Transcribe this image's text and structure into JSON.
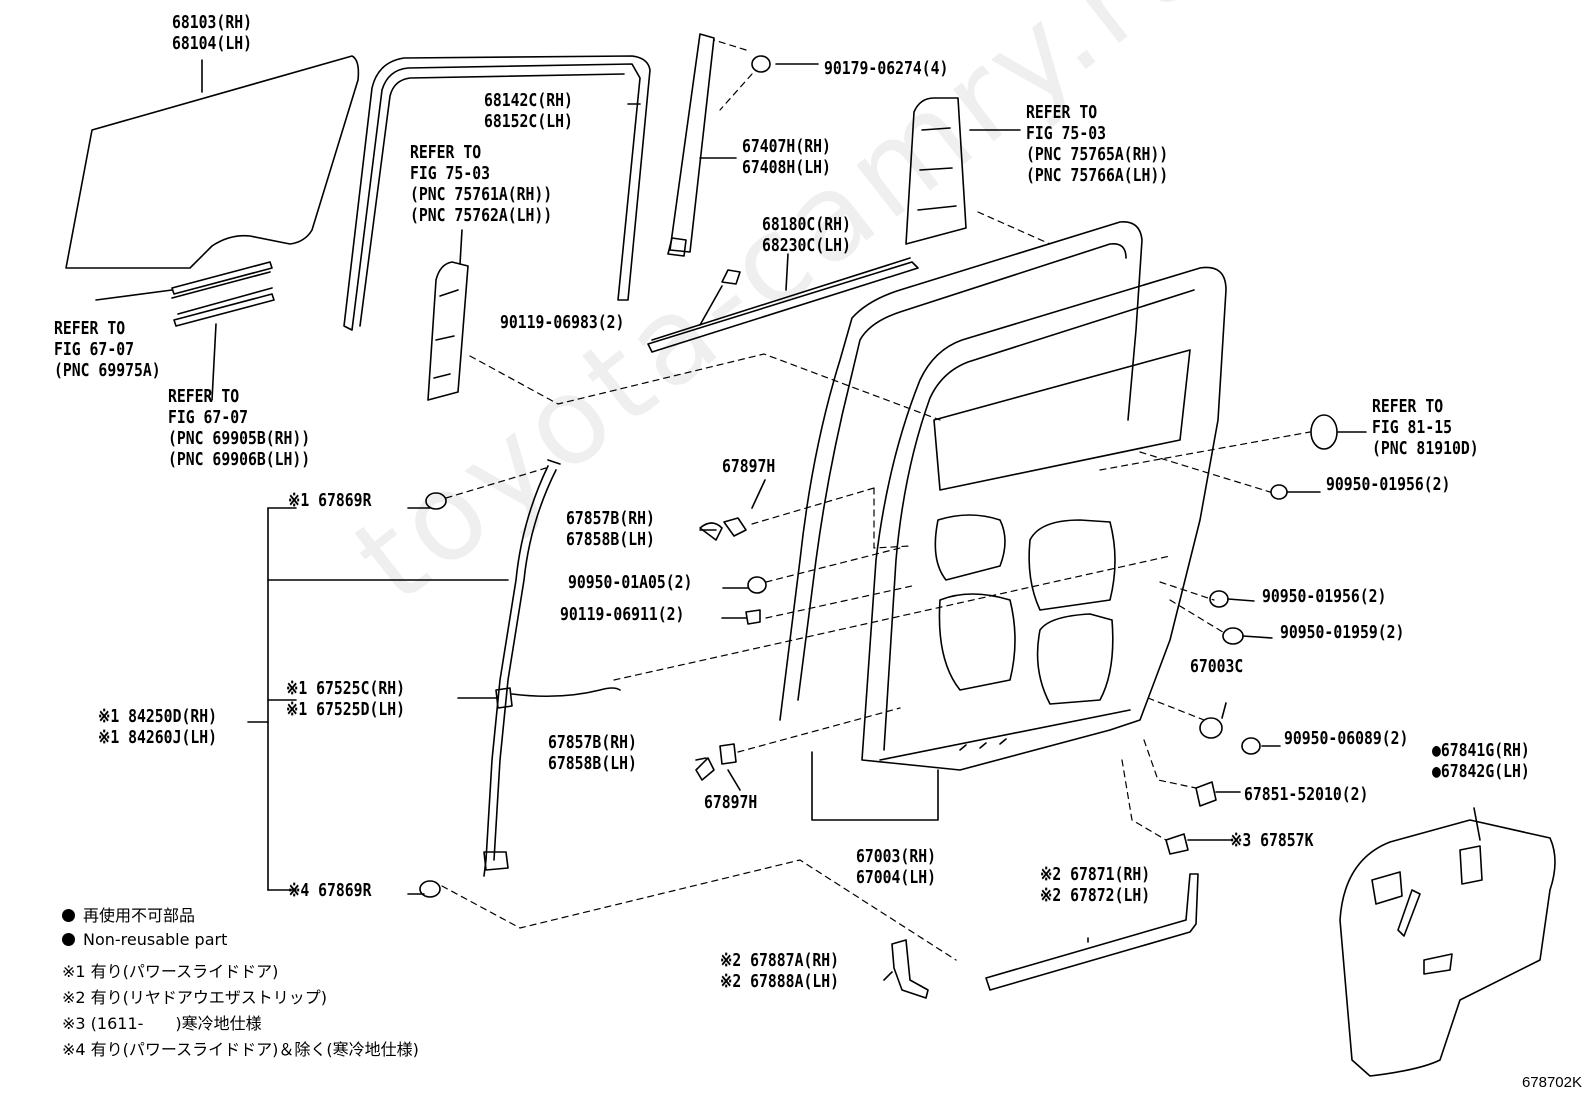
{
  "diagram_code": "678702K",
  "watermark": "toyota-camry.ru",
  "labels": {
    "glass": "68103(RH)\n68104(LH)",
    "run_channel": "68142C(RH)\n68152C(LH)",
    "ref_75_03_a": "REFER TO\nFIG 75-03\n(PNC 75761A(RH))\n(PNC 75762A(LH))",
    "nut_90179": "90179-06274(4)",
    "garnish_67407": "67407H(RH)\n67408H(LH)",
    "ref_75_03_b": "REFER TO\nFIG 75-03\n(PNC 75765A(RH))\n(PNC 75766A(LH))",
    "weatherstrip_68180": "68180C(RH)\n68230C(LH)",
    "bolt_90119_06983": "90119-06983(2)",
    "ref_67_07_a": "REFER TO\nFIG 67-07\n(PNC 69975A)",
    "ref_67_07_b": "REFER TO\nFIG 67-07\n(PNC 69905B(RH))\n(PNC 69906B(LH))",
    "ref_81_15": "REFER TO\nFIG 81-15\n(PNC 81910D)",
    "hole_90950_01956_a": "90950-01956(2)",
    "stop_67897h_top": "67897H",
    "cover_67857b_top": "67857B(RH)\n67858B(LH)",
    "clip_67869r_top": "※1 67869R",
    "plug_90950_01a05": "90950-01A05(2)",
    "bolt_90119_06911": "90119-06911(2)",
    "hole_90950_01956_b": "90950-01956(2)",
    "hole_90950_01959": "90950-01959(2)",
    "panel_67003c": "67003C",
    "harness_67525": "※1 67525C(RH)\n※1 67525D(LH)",
    "harness_84250": "※1 84250D(RH)\n※1 84260J(LH)",
    "cover_67857b_bottom": "67857B(RH)\n67858B(LH)",
    "stop_67897h_bottom": "67897H",
    "hole_90950_06089": "90950-06089(2)",
    "seal_67841g": "●67841G(RH)\n●67842G(LH)",
    "plug_67851": "67851-52010(2)",
    "clip_67857k": "※3 67857K",
    "door_67003": "67003(RH)\n67004(LH)",
    "clip_67869r_bottom": "※4 67869R",
    "weatherstrip_67871": "※2 67871(RH)\n※2 67872(LH)",
    "weatherstrip_67887a": "※2 67887A(RH)\n※2 67888A(LH)"
  },
  "legend": {
    "nonreusable_jp": "再使用不可部品",
    "nonreusable_en": "Non-reusable part",
    "note1": "※1 有り(パワースライドドア)",
    "note2": "※2 有り(リヤドアウエザストリップ)",
    "note3": "※3 (1611-　　)寒冷地仕様",
    "note4": "※4 有り(パワースライドドア)＆除く(寒冷地仕様)"
  }
}
